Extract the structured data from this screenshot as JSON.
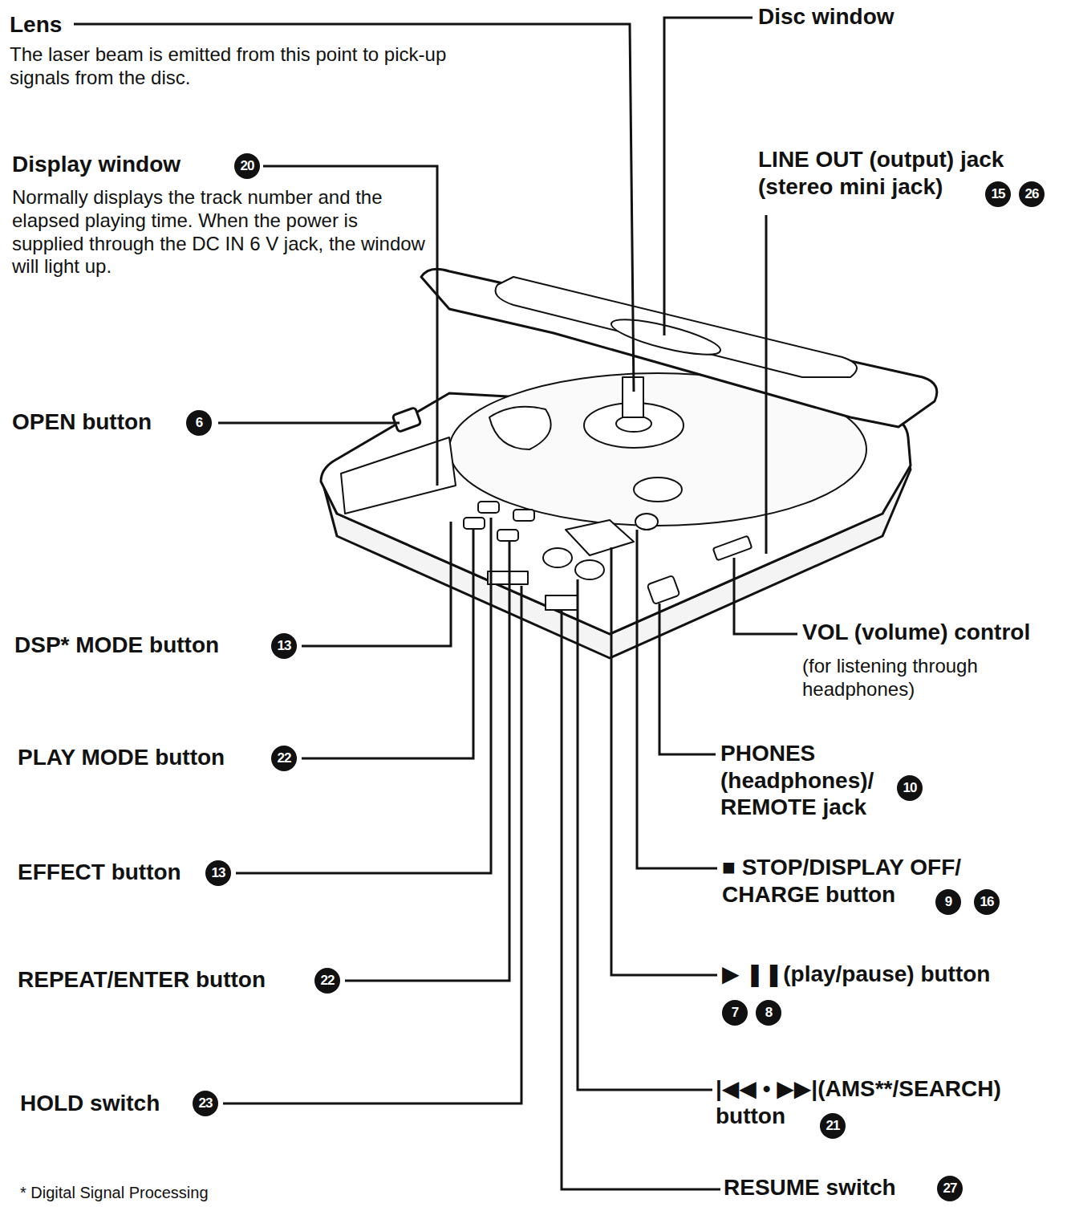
{
  "diagram": {
    "labels": [
      "Lens",
      "The laser beam is emitted from this point to pick-up signals from the disc.",
      "Disc window",
      "Display window",
      "20",
      "Normally displays the track number and the elapsed playing time. When the power is supplied through the DC IN 6 V jack, the window will light up.",
      "LINE OUT (output) jack (stereo mini jack)",
      "15",
      "26",
      "OPEN button",
      "6",
      "DSP* MODE button",
      "13",
      "VOL (volume) control",
      "(for listening through headphones)",
      "PLAY MODE button",
      "22",
      "PHONES (headphones)/ REMOTE jack",
      "10",
      "EFFECT button",
      "13",
      "■ STOP/DISPLAY OFF/ CHARGE button",
      "9",
      "16",
      "REPEAT/ENTER button",
      "22",
      "▶ ❚❚(play/pause) button",
      "7",
      "8",
      "HOLD switch",
      "23",
      "|◀◀ • ▶▶|(AMS**/SEARCH) button",
      "21",
      "RESUME switch",
      "27",
      "*  Digital Signal Processing"
    ]
  }
}
